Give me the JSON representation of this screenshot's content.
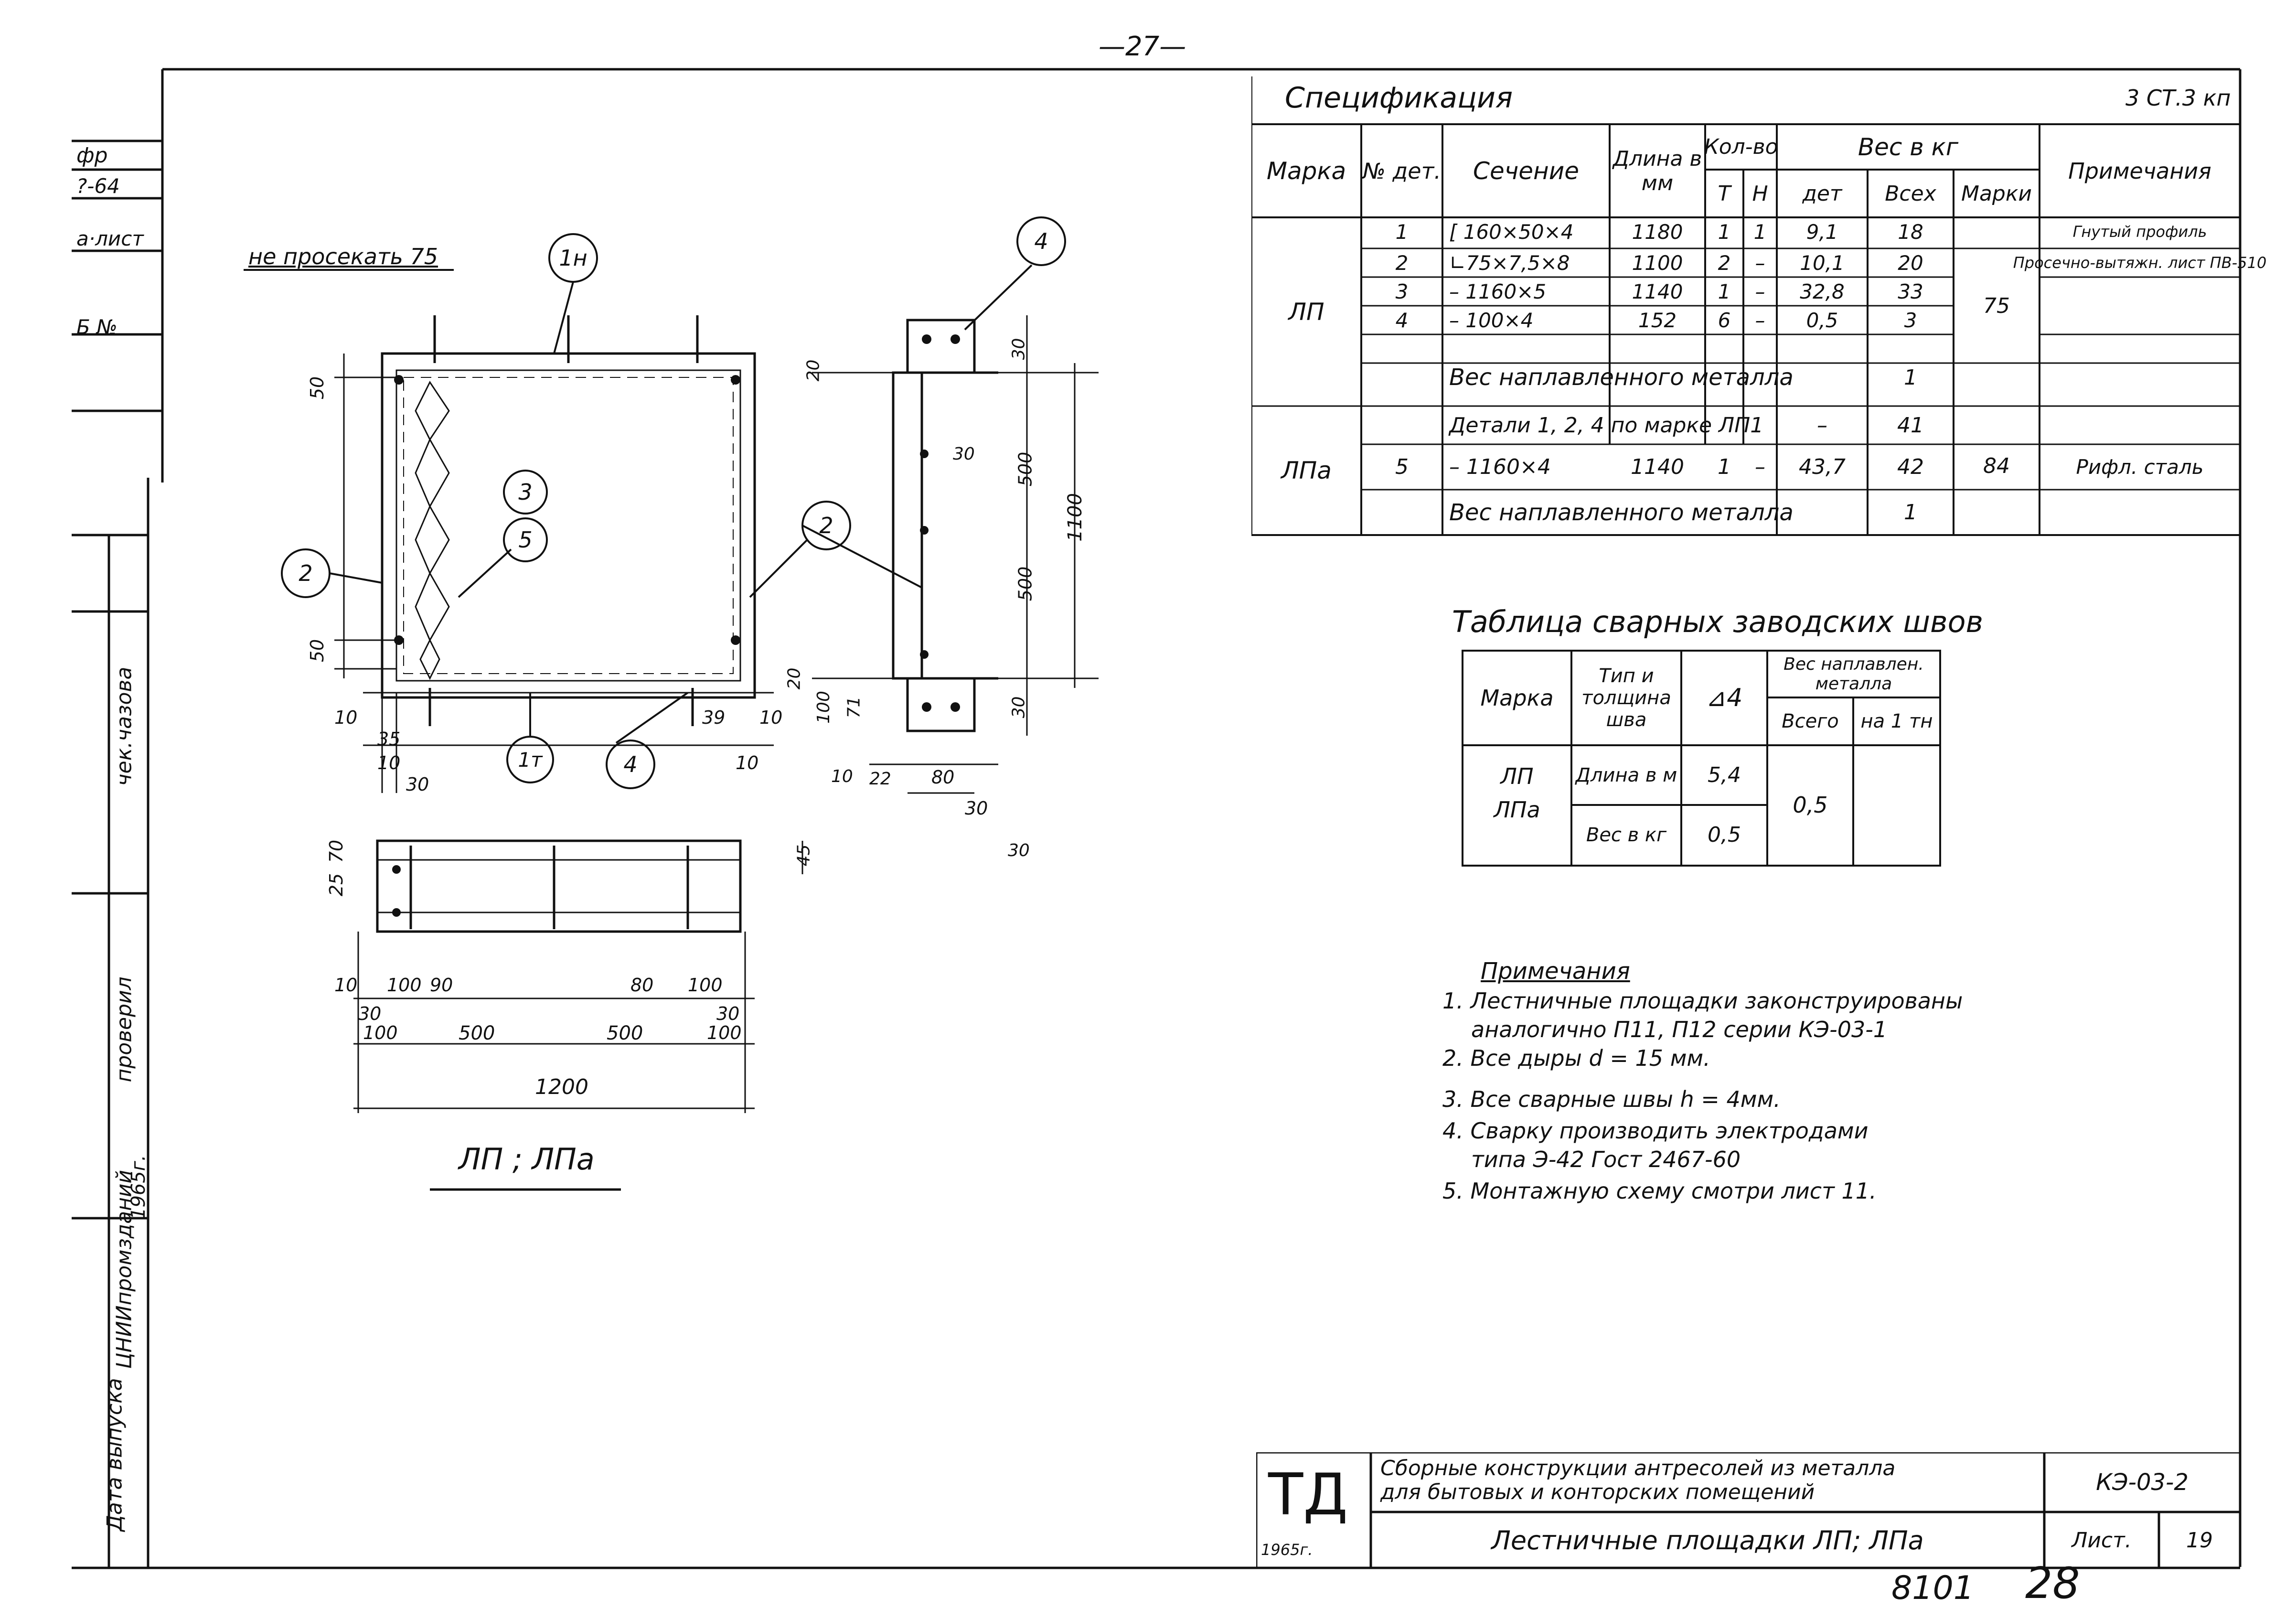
{
  "page_number": "—27—",
  "left_strip": {
    "top_labels": [
      "фр",
      "?-64",
      "а·лист",
      "Б №"
    ],
    "labels": [
      "чек.чазова",
      "проверил",
      "Дата выпуска",
      "1965г.",
      "ЦНИИпромзданий"
    ]
  },
  "spec": {
    "title": "Спецификация",
    "steel": "3 СТ.3 кп",
    "headers": {
      "marka": "Марка",
      "det_no": "№ дет.",
      "section": "Сечение",
      "length": "Длина в мм",
      "qty": "Кол-во",
      "qty_t": "Т",
      "qty_n": "Н",
      "weight": "Вес в кг",
      "w_det": "дет",
      "w_all": "Всех",
      "w_mark": "Марки",
      "notes": "Примечания"
    },
    "group1_mark": "ЛП",
    "rows": [
      {
        "det": "1",
        "section": "[ 160×50×4",
        "length": "1180",
        "t": "1",
        "n": "1",
        "w_det": "9,1",
        "w_all": "18",
        "note": "Гнутый профиль"
      },
      {
        "det": "2",
        "section": "∟75×7,5×8",
        "length": "1100",
        "t": "2",
        "n": "–",
        "w_det": "10,1",
        "w_all": "20",
        "note": "Просечно-вытяжн. лист ПВ-510"
      },
      {
        "det": "3",
        "section": "– 1160×5",
        "length": "1140",
        "t": "1",
        "n": "–",
        "w_det": "32,8",
        "w_all": "33",
        "note": ""
      },
      {
        "det": "4",
        "section": "– 100×4",
        "length": "152",
        "t": "6",
        "n": "–",
        "w_det": "0,5",
        "w_all": "3",
        "note": ""
      }
    ],
    "group1_total": "75",
    "weld1_label": "Вес наплавленного металла",
    "weld1_value": "1",
    "details_label": "Детали 1, 2, 4 по марке ЛП1",
    "details_w_det": "–",
    "details_w_all": "41",
    "group2_mark": "ЛПа",
    "row5": {
      "det": "5",
      "section": "– 1160×4",
      "length": "1140",
      "t": "1",
      "n": "–",
      "w_det": "43,7",
      "w_all": "42",
      "note": "Рифл. сталь"
    },
    "group2_total": "84",
    "weld2_label": "Вес наплавленного металла",
    "weld2_value": "1"
  },
  "weld_table": {
    "title": "Таблица сварных заводских швов",
    "h_marka": "Марка",
    "h_type": "Тип и толщина шва",
    "h_symbol": "⊿4",
    "h_weight": "Вес наплавлен. металла",
    "h_total": "Всего",
    "h_per_ton": "на 1 тн",
    "marks": [
      "ЛП",
      "ЛПа"
    ],
    "length_label": "Длина в м",
    "length_value": "5,4",
    "weight_label": "Вес в кг",
    "weight_value": "0,5",
    "total_value": "0,5"
  },
  "notes": {
    "title": "Примечания",
    "items": [
      "1. Лестничные площадки законструированы",
      "аналогично П11, П12 серии КЭ-03-1",
      "2. Все дыры d = 15 мм.",
      "3. Все сварные швы h = 4мм.",
      "4. Сварку производить электродами",
      "типа Э-42 Гост 2467-60",
      "5. Монтажную схему смотри лист 11."
    ]
  },
  "drawing": {
    "note_top": "не просекать 75",
    "caption": "ЛП ; ЛПа",
    "callouts": [
      "1н",
      "4",
      "3",
      "5",
      "2",
      "2",
      "1т",
      "4"
    ],
    "dims_left": [
      "50",
      "50"
    ],
    "dims_bottom_row": [
      "10",
      "35",
      "10",
      "30",
      "39",
      "10",
      "10"
    ],
    "dims_side": [
      "30",
      "20",
      "30",
      "500",
      "500",
      "30",
      "20",
      "100",
      "71",
      "10",
      "22",
      "80",
      "30",
      "30",
      "1100"
    ],
    "dims_plan": [
      "25",
      "70",
      "45",
      "10",
      "100",
      "90",
      "80",
      "100",
      "30",
      "100",
      "500",
      "500",
      "100",
      "1200",
      "30"
    ]
  },
  "title_block": {
    "logo": "ТД",
    "logo_year": "1965г.",
    "line1": "Сборные конструкции антресолей из металла",
    "line2": "для бытовых и конторских помещений",
    "code": "КЭ-03-2",
    "subtitle": "Лестничные площадки ЛП; ЛПа",
    "sheet_label": "Лист.",
    "sheet": "19"
  },
  "stamp": {
    "number": "8101",
    "page": "28"
  }
}
